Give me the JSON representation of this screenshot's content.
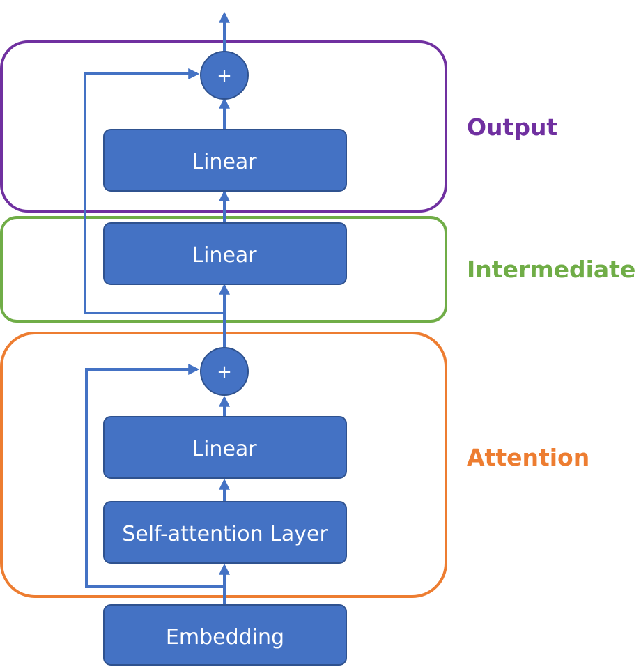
{
  "colors": {
    "block_fill": "#4472C4",
    "block_stroke": "#2F528F",
    "arrow": "#4472C4",
    "output": "#7030A0",
    "intermediate": "#70AD47",
    "attention": "#ED7D31",
    "text_on_block": "#FFFFFF"
  },
  "sections": {
    "output": {
      "label": "Output"
    },
    "intermediate": {
      "label": "Intermediate"
    },
    "attention": {
      "label": "Attention"
    }
  },
  "blocks": {
    "embedding": {
      "label": "Embedding"
    },
    "self_attention": {
      "label": "Self-attention Layer"
    },
    "attention_linear": {
      "label": "Linear"
    },
    "intermediate_linear": {
      "label": "Linear"
    },
    "output_linear": {
      "label": "Linear"
    }
  },
  "adders": {
    "attention_add": {
      "label": "+"
    },
    "output_add": {
      "label": "+"
    }
  }
}
